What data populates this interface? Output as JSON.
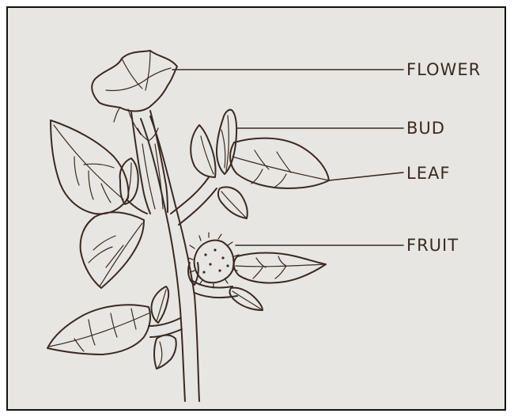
{
  "diagram": {
    "labels": {
      "flower": "FLOWER",
      "bud": "BUD",
      "leaf": "LEAF",
      "fruit": "FRUIT"
    }
  },
  "colors": {
    "ink": "#3a2a22",
    "paper": "#e7e6e2",
    "border": "#111111"
  }
}
